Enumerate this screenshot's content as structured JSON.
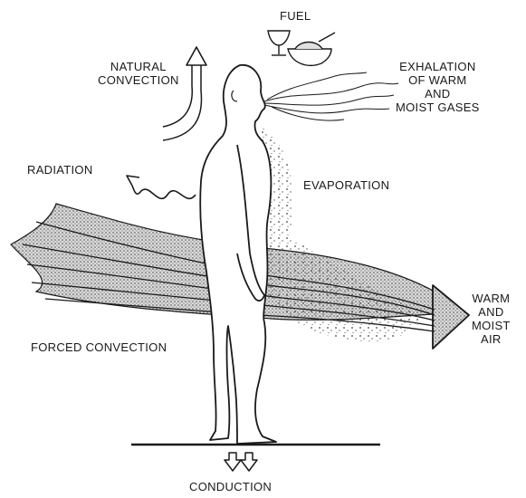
{
  "labels": {
    "fuel": "FUEL",
    "natural_convection": "NATURAL\nCONVECTION",
    "exhalation": "EXHALATION\nOF WARM\nAND\nMOIST GASES",
    "radiation": "RADIATION",
    "evaporation": "EVAPORATION",
    "forced_convection": "FORCED CONVECTION",
    "warm_moist_air": "WARM\nAND\nMOIST\nAIR",
    "conduction": "CONDUCTION"
  },
  "icons": [
    "fuel-goblet-icon",
    "fuel-bowl-icon",
    "conduction-arrow-icon",
    "natural-convection-arrow-icon",
    "radiation-wave-icon"
  ],
  "colors": {
    "ink": "#1a1a1a",
    "stipple": "#8a8a8a",
    "background": "#ffffff"
  }
}
